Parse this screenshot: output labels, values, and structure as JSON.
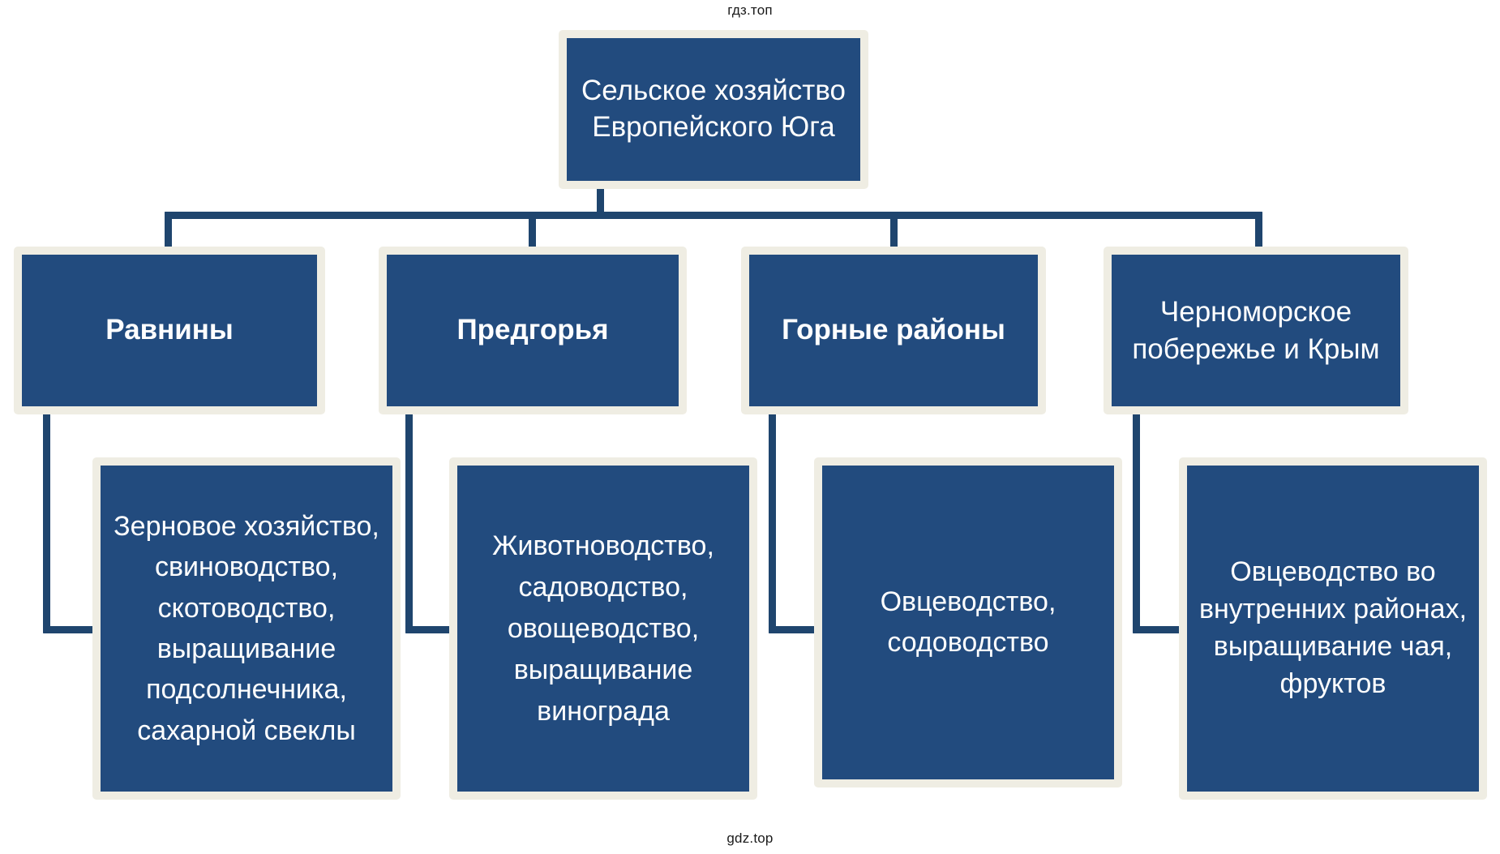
{
  "watermarks": {
    "top": "гдз.топ",
    "bottom": "gdz.top"
  },
  "colors": {
    "box_fill": "#224B7E",
    "box_border": "#EFEDE3",
    "connector": "#1F456E",
    "text": "#FFFFFF",
    "background": "#FFFFFF"
  },
  "diagram": {
    "type": "hierarchy-tree",
    "root": {
      "label": "Сельское хозяйство Европейского Юга"
    },
    "branches": [
      {
        "label": "Равнины",
        "detail": "Зерновое хозяйство, свиноводство, скотоводство, выращивание подсолнечника, сахарной свеклы"
      },
      {
        "label": "Предгорья",
        "detail": "Животноводство, садоводство, овощеводство, выращивание винограда"
      },
      {
        "label": "Горные районы",
        "detail": "Овцеводство, содоводство"
      },
      {
        "label": "Черноморское побережье и Крым",
        "detail": "Овцеводство во внутренних районах, выращивание чая, фруктов"
      }
    ]
  }
}
